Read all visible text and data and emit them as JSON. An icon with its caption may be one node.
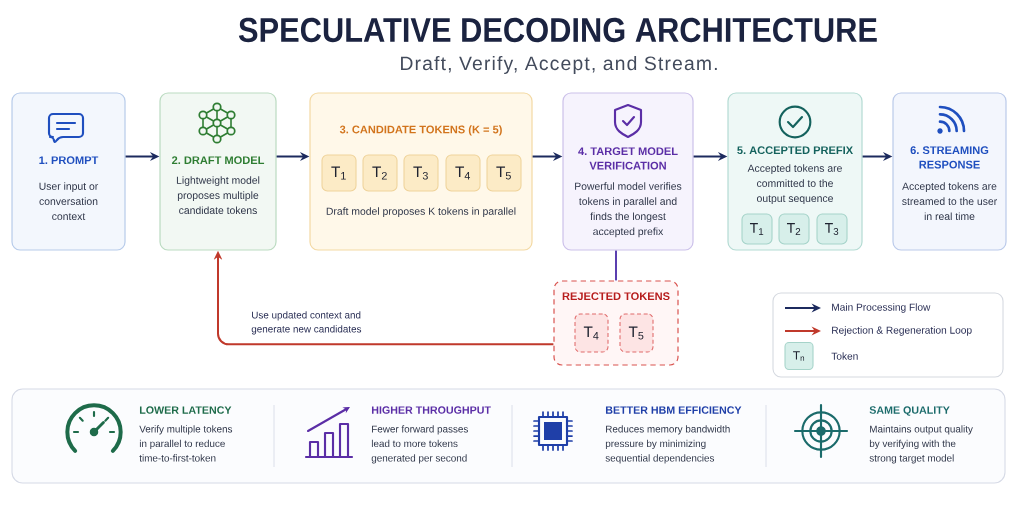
{
  "diagram": {
    "title": "SPECULATIVE DECODING ARCHITECTURE",
    "nodes": [
      {
        "text": [
          "1. PROMPT",
          "User input or conversation context"
        ]
      },
      {
        "text": [
          "2. DRAFT MODEL",
          "Lightweight model proposes multiple candidate tokens"
        ]
      },
      {
        "text": [
          "3. CANDIDATE TOKENS (K = 5)",
          "Draft model proposes K tokens in parallel"
        ]
      },
      {
        "text": [
          "T$_{1}$"
        ],
        "in": 2
      },
      {
        "text": [
          "T$_{2}$"
        ],
        "in": 2
      },
      {
        "text": [
          "T$_{3}$"
        ],
        "in": 2
      },
      {
        "text": [
          "T$_{4}$"
        ],
        "in": 2
      },
      {
        "text": [
          "T$_{5}$"
        ],
        "in": 2
      },
      {
        "text": [
          "4. TARGET MODEL VERIFICATION",
          "Powerful model verifies tokens in parallel and finds the longest accepted prefix"
        ]
      },
      {
        "text": [
          "5. ACCEPTED PREFIX",
          "Accepted tokens are committed to the output sequence"
        ]
      },
      {
        "text": [
          "T$_{1}$"
        ],
        "in": 9
      },
      {
        "text": [
          "T$_{2}$"
        ],
        "in": 9
      },
      {
        "text": [
          "T$_{3}$"
        ],
        "in": 9
      },
      {
        "text": [
          "6. STREAMING RESPONSE",
          "Accepted tokens are streamed to the user in real time"
        ]
      },
      {
        "text": [
          "REJECTED TOKENS"
        ]
      },
      {
        "text": [
          "T$_{4}$"
        ],
        "in": 14
      },
      {
        "text": [
          "T$_{5}$"
        ],
        "in": 14
      },
      {
        "text": [
          "T$_{n}$"
        ]
      }
    ],
    "edges": [
      {
        "from": 0,
        "to": 1,
        "arrow": "to"
      },
      {
        "from": 1,
        "to": 2,
        "arrow": "to"
      },
      {
        "from": 2,
        "to": 8,
        "arrow": "to"
      },
      {
        "from": 8,
        "to": 9,
        "arrow": "to"
      },
      {
        "from": 9,
        "to": 13,
        "arrow": "to"
      },
      {
        "from": 8,
        "to": 14,
        "arrow": "none",
        "color": "#5b3fb0"
      },
      {
        "from": 14,
        "to": 1,
        "arrow": "to",
        "label": "Use updated context and generate new candidates",
        "color": "#c0392b"
      }
    ],
    "labels": [
      "Draft, Verify, Accept, and Stream.",
      "LOWER LATENCY",
      "Verify multiple tokens in parallel to reduce time-to-first-token",
      "HIGHER THROUGHPUT",
      "Fewer forward passes lead to more tokens generated per second",
      "BETTER HBM EFFICIENCY",
      "Reduces memory bandwidth pressure by minimizing sequential dependencies",
      "SAME QUALITY",
      "Maintains output quality by verifying with the strong target model"
    ],
    "legend": [
      {
        "text": "Main Processing Flow"
      },
      {
        "text": "Rejection & Regeneration Loop"
      },
      {
        "text": "Token"
      }
    ]
  }
}
